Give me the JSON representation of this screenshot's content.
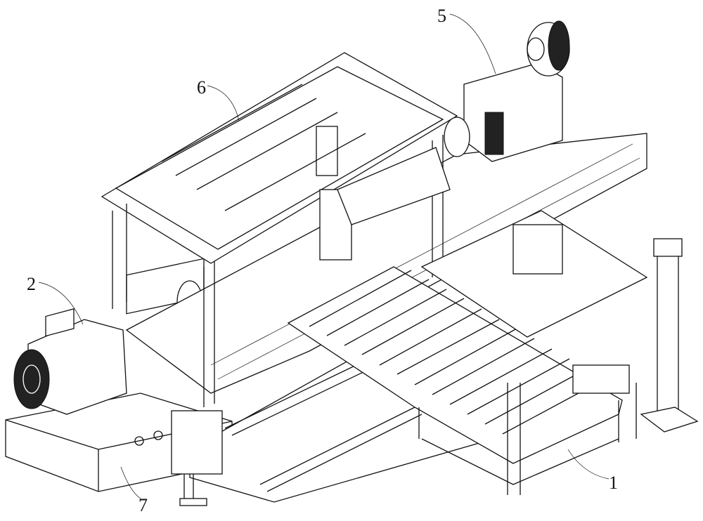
{
  "figure": {
    "labels": [
      {
        "id": "1",
        "text": "1"
      },
      {
        "id": "2",
        "text": "2"
      },
      {
        "id": "5",
        "text": "5"
      },
      {
        "id": "6",
        "text": "6"
      },
      {
        "id": "7",
        "text": "7"
      }
    ],
    "stroke_color": "#111111",
    "background": "#ffffff"
  }
}
